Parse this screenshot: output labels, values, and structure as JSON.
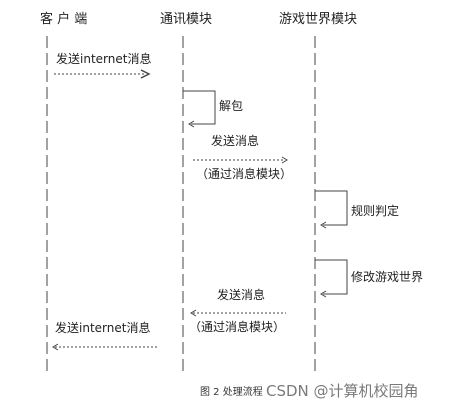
{
  "headers": {
    "client": "客 户 端",
    "comm": "通讯模块",
    "game": "游戏世界模块"
  },
  "messages": {
    "send_internet_1": "发送internet消息",
    "unpack": "解包",
    "send_msg_1": "发送消息",
    "via_module_1": "（通过消息模块）",
    "rule_check": "规则判定",
    "modify_world": "修改游戏世界",
    "send_msg_2": "发送消息",
    "via_module_2": "（通过消息模块）",
    "send_internet_2": "发送internet消息"
  },
  "caption": "图 2  处理流程",
  "watermark": "CSDN @计算机校园角"
}
